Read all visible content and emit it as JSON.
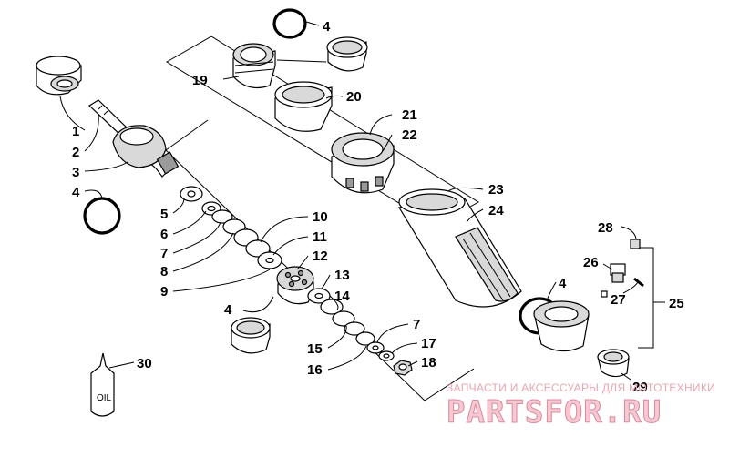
{
  "diagram": {
    "labels": {
      "l1": "1",
      "l2": "2",
      "l3": "3",
      "l4a": "4",
      "l4b": "4",
      "l4c": "4",
      "l4d": "4",
      "l5": "5",
      "l6": "6",
      "l7a": "7",
      "l7b": "7",
      "l8": "8",
      "l9": "9",
      "l10": "10",
      "l11": "11",
      "l12": "12",
      "l13": "13",
      "l14": "14",
      "l15": "15",
      "l16": "16",
      "l17": "17",
      "l18": "18",
      "l19": "19",
      "l20": "20",
      "l21": "21",
      "l22": "22",
      "l23": "23",
      "l24": "24",
      "l25": "25",
      "l26": "26",
      "l27": "27",
      "l28": "28",
      "l29": "29",
      "l30": "30"
    },
    "bottle_text": "OIL"
  },
  "watermark": {
    "tagline": "ЗАПЧАСТИ И АКСЕССУАРЫ ДЛЯ МОТОТЕХНИКИ",
    "logo": "PARTSFOR.RU"
  },
  "colors": {
    "line": "#000000",
    "shade": "#d9d9d9",
    "watermark": "#e8a7b3"
  }
}
